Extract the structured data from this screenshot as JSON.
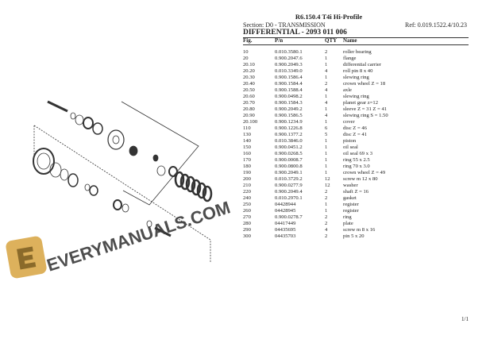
{
  "header": {
    "title": "R6.150.4 T4i Hi-Profile",
    "section": "Section: D0 - TRANSMISSION",
    "ref": "Ref: 0.019.1522.4/10.23",
    "subtitle": "DIFFERENTIAL - 2093 011 006"
  },
  "table": {
    "columns": [
      "Fig.",
      "P/n",
      "QTY",
      "Name"
    ],
    "rows": [
      [
        "10",
        "0.010.3580.1",
        "2",
        "roller bearing"
      ],
      [
        "20",
        "0.900.2047.6",
        "1",
        "flange"
      ],
      [
        "20.10",
        "0.900.2049.3",
        "1",
        "differential carrier"
      ],
      [
        "20.20",
        "0.010.3349.0",
        "4",
        "roll pin 8 x 40"
      ],
      [
        "20.30",
        "0.900.1586.4",
        "1",
        "slewing ring"
      ],
      [
        "20.40",
        "0.900.1584.4",
        "2",
        "crown wheel Z = 18"
      ],
      [
        "20.50",
        "0.900.1588.4",
        "4",
        "axle"
      ],
      [
        "20.60",
        "0.900.0498.2",
        "1",
        "slewing ring"
      ],
      [
        "20.70",
        "0.900.1584.3",
        "4",
        "planet gear z=12"
      ],
      [
        "20.80",
        "0.900.2049.2",
        "1",
        "sleeve Z = 31 Z = 41"
      ],
      [
        "20.90",
        "0.900.1586.5",
        "4",
        "slewing ring S = 1.50"
      ],
      [
        "20.100",
        "0.900.1234.9",
        "1",
        "cover"
      ],
      [
        "110",
        "0.900.1226.8",
        "6",
        "disc Z = 46"
      ],
      [
        "130",
        "0.900.1377.2",
        "5",
        "disc Z = 41"
      ],
      [
        "140",
        "0.010.3846.0",
        "1",
        "piston"
      ],
      [
        "150",
        "0.900.0451.2",
        "1",
        "oil seal"
      ],
      [
        "160",
        "0.900.0268.5",
        "1",
        "oil seal 69 x 3"
      ],
      [
        "170",
        "0.900.0008.7",
        "1",
        "ring 55 x 2.5"
      ],
      [
        "180",
        "0.900.0800.8",
        "1",
        "ring 70 x 3.0"
      ],
      [
        "190",
        "0.900.2049.1",
        "1",
        "crown wheel Z = 49"
      ],
      [
        "200",
        "0.010.3729.2",
        "12",
        "screw m 12 x 80"
      ],
      [
        "210",
        "0.900.0277.9",
        "12",
        "washer"
      ],
      [
        "220",
        "0.900.2049.4",
        "2",
        "shaft Z = 16"
      ],
      [
        "240",
        "0.010.2970.1",
        "2",
        "gasket"
      ],
      [
        "250",
        "04428944",
        "1",
        "register"
      ],
      [
        "260",
        "04428945",
        "1",
        "register"
      ],
      [
        "270",
        "0.900.0278.7",
        "2",
        "ring"
      ],
      [
        "280",
        "04417449",
        "2",
        "plate"
      ],
      [
        "290",
        "04435695",
        "4",
        "screw m 8 x 16"
      ],
      [
        "300",
        "04435703",
        "2",
        "pin 5 x 20"
      ]
    ]
  },
  "footer": {
    "page": "1/1"
  },
  "watermark": {
    "text": "EVERYMANUALS.COM",
    "logo_color": "#d9a84a",
    "text_color": "#3a3a3a"
  }
}
